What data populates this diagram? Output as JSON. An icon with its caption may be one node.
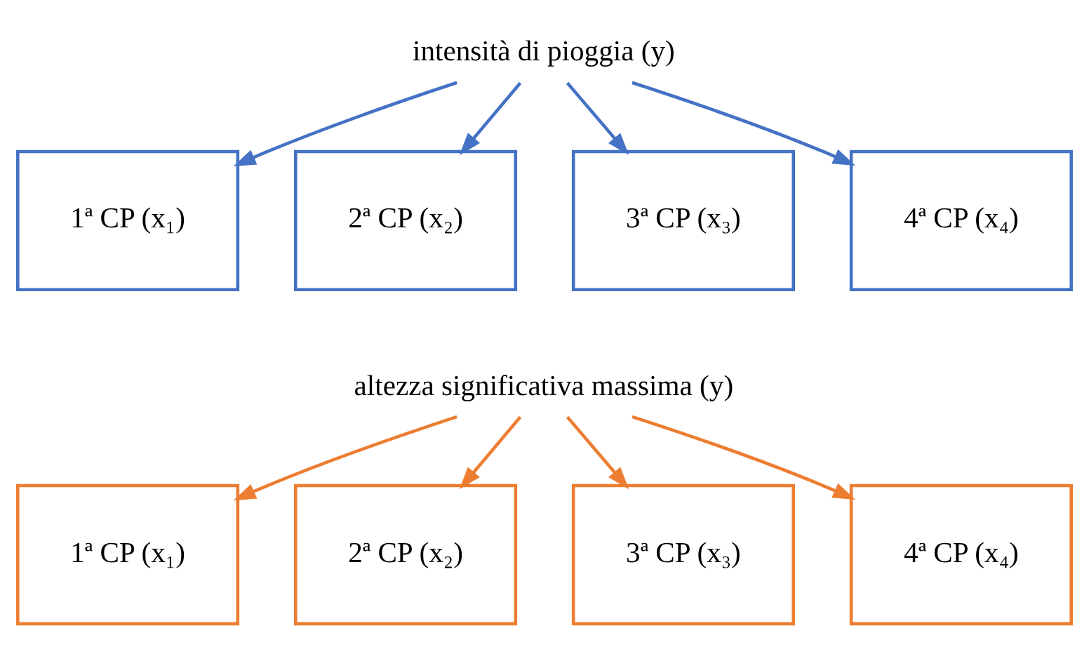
{
  "diagram": {
    "nodes": [
      {
        "text": [
          "intensità di pioggia (y)"
        ]
      },
      {
        "text": [
          "1ª CP (x₁)"
        ]
      },
      {
        "text": [
          "2ª CP (x₂)"
        ]
      },
      {
        "text": [
          "3ª CP (x₃)"
        ]
      },
      {
        "text": [
          "4ª CP (x₄)"
        ]
      },
      {
        "text": [
          "altezza significativa massima (y)"
        ]
      },
      {
        "text": [
          "1ª CP (x₁)"
        ]
      },
      {
        "text": [
          "2ª CP (x₂)"
        ]
      },
      {
        "text": [
          "3ª CP (x₃)"
        ]
      },
      {
        "text": [
          "4ª CP (x₄)"
        ]
      }
    ],
    "edges": [
      {
        "from": 0,
        "to": 1,
        "arrow": "to",
        "color": "#4472c4"
      },
      {
        "from": 0,
        "to": 2,
        "arrow": "to",
        "color": "#4472c4"
      },
      {
        "from": 0,
        "to": 3,
        "arrow": "to",
        "color": "#4472c4"
      },
      {
        "from": 0,
        "to": 4,
        "arrow": "to",
        "color": "#4472c4"
      },
      {
        "from": 5,
        "to": 6,
        "arrow": "to",
        "color": "#ed7d31"
      },
      {
        "from": 5,
        "to": 7,
        "arrow": "to",
        "color": "#ed7d31"
      },
      {
        "from": 5,
        "to": 8,
        "arrow": "to",
        "color": "#ed7d31"
      },
      {
        "from": 5,
        "to": 9,
        "arrow": "to",
        "color": "#ed7d31"
      }
    ]
  }
}
